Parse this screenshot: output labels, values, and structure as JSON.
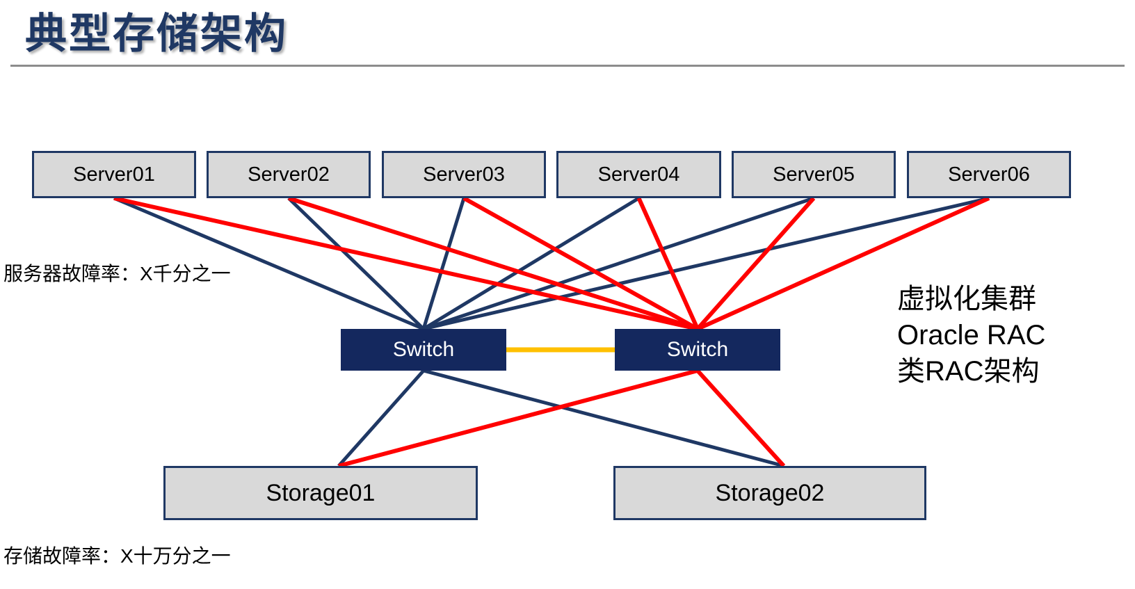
{
  "slide": {
    "title": "典型存储架构"
  },
  "nodes": {
    "servers": [
      {
        "id": "server01",
        "label": "Server01"
      },
      {
        "id": "server02",
        "label": "Server02"
      },
      {
        "id": "server03",
        "label": "Server03"
      },
      {
        "id": "server04",
        "label": "Server04"
      },
      {
        "id": "server05",
        "label": "Server05"
      },
      {
        "id": "server06",
        "label": "Server06"
      }
    ],
    "switches": [
      {
        "id": "switch-left",
        "label": "Switch"
      },
      {
        "id": "switch-right",
        "label": "Switch"
      }
    ],
    "storages": [
      {
        "id": "storage01",
        "label": "Storage01"
      },
      {
        "id": "storage02",
        "label": "Storage02"
      }
    ]
  },
  "annotations": {
    "server_failure_rate": "服务器故障率：X千分之一",
    "storage_failure_rate": "存储故障率：X十万分之一",
    "cluster_note": [
      "虚拟化集群",
      "Oracle RAC",
      "类RAC架构"
    ]
  },
  "connections": [
    {
      "from": "server01",
      "to": "switch-left",
      "color_key": "navy"
    },
    {
      "from": "server02",
      "to": "switch-left",
      "color_key": "navy"
    },
    {
      "from": "server03",
      "to": "switch-left",
      "color_key": "navy"
    },
    {
      "from": "server04",
      "to": "switch-left",
      "color_key": "navy"
    },
    {
      "from": "server05",
      "to": "switch-left",
      "color_key": "navy"
    },
    {
      "from": "server06",
      "to": "switch-left",
      "color_key": "navy"
    },
    {
      "from": "switch-left",
      "to": "storage01",
      "color_key": "navy"
    },
    {
      "from": "switch-left",
      "to": "storage02",
      "color_key": "navy"
    },
    {
      "from": "server01",
      "to": "switch-right",
      "color_key": "red"
    },
    {
      "from": "server02",
      "to": "switch-right",
      "color_key": "red"
    },
    {
      "from": "server03",
      "to": "switch-right",
      "color_key": "red"
    },
    {
      "from": "server04",
      "to": "switch-right",
      "color_key": "red"
    },
    {
      "from": "server05",
      "to": "switch-right",
      "color_key": "red"
    },
    {
      "from": "server06",
      "to": "switch-right",
      "color_key": "red"
    },
    {
      "from": "switch-right",
      "to": "storage01",
      "color_key": "red"
    },
    {
      "from": "switch-right",
      "to": "storage02",
      "color_key": "red"
    },
    {
      "from": "switch-left",
      "to": "switch-right",
      "color_key": "orange"
    }
  ],
  "colors": {
    "navy": "#1F3864",
    "red": "#FF0000",
    "orange": "#FFC000",
    "title": "#1F3864",
    "box_fill": "#D9D9D9",
    "box_border": "#1F3864",
    "switch_fill": "#14285E",
    "switch_text": "#FFFFFF",
    "rule_gray": "#8C8C8C",
    "text": "#000000"
  }
}
